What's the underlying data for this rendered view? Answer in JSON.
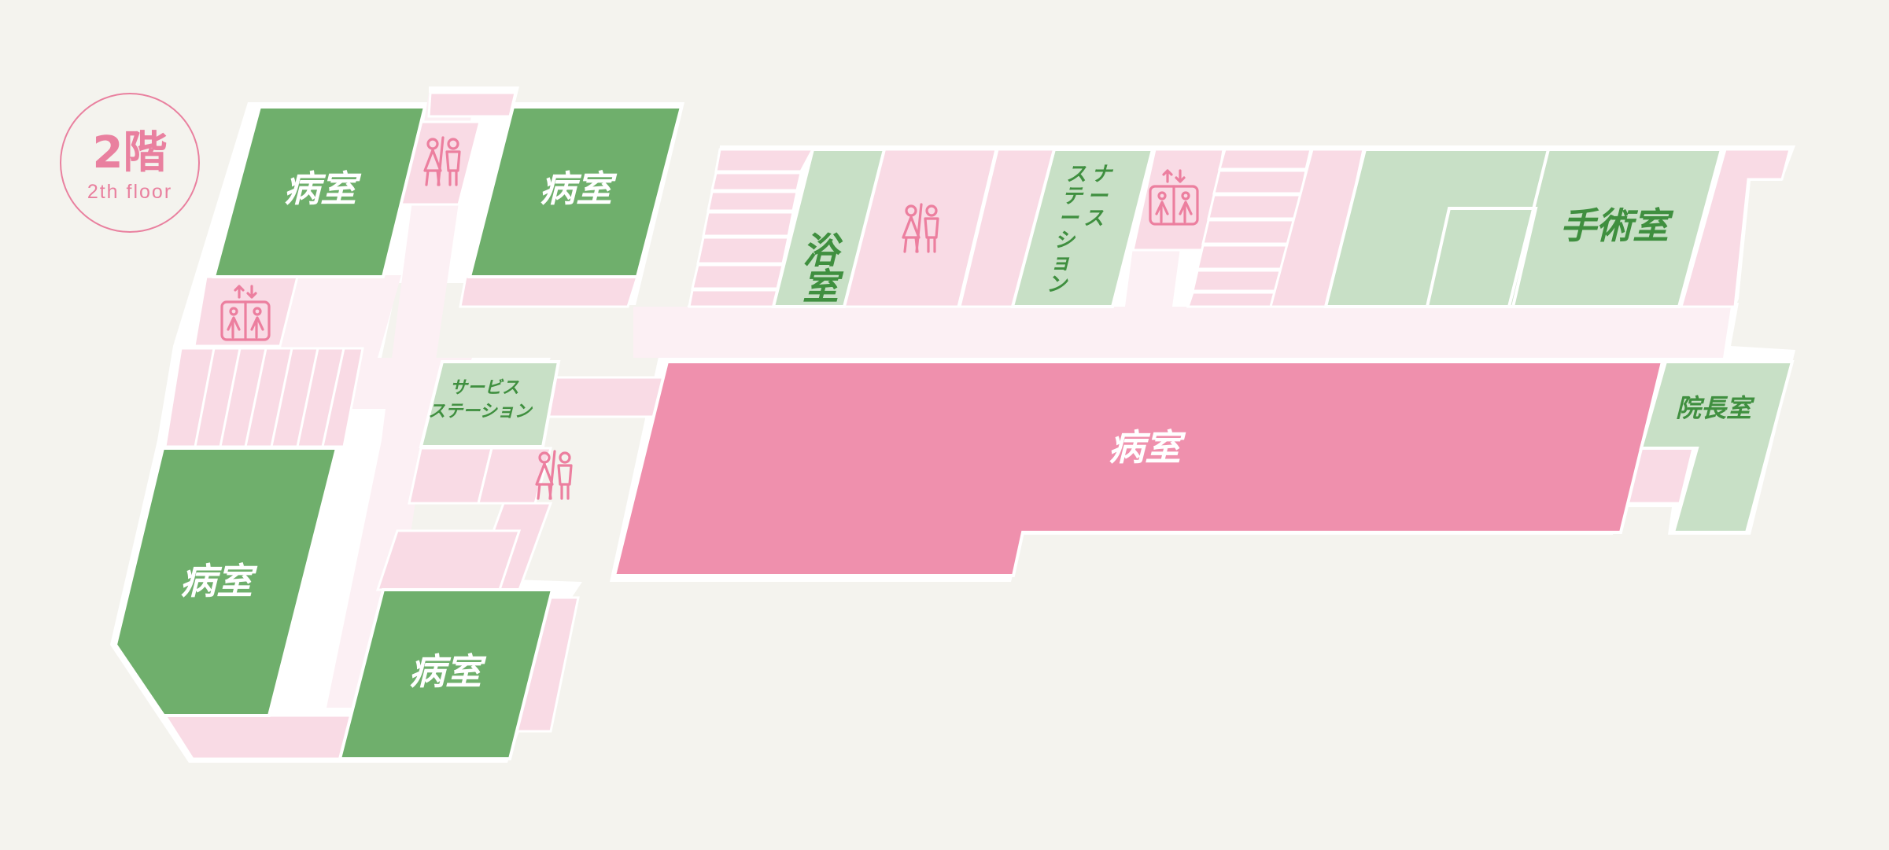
{
  "floor": {
    "number_label": "2階",
    "english_label": "2th floor"
  },
  "rooms": {
    "ward_1": "病室",
    "ward_2": "病室",
    "ward_3": "病室",
    "ward_4": "病室",
    "ward_5": "病室",
    "bath": "浴室",
    "nurse_station": [
      "ナ",
      "ー",
      "ス",
      "ス",
      "テ",
      "ー",
      "シ",
      "ョ",
      "ン"
    ],
    "service_station": [
      "サービス",
      "ステーション"
    ],
    "operating_room": "手術室",
    "director_room": "院長室"
  },
  "colors": {
    "background": "#f4f3ee",
    "corridor": "#fcf0f4",
    "light_pink": "#f9dbe5",
    "dark_green": "#6faf6c",
    "light_green": "#c8e0c6",
    "accent_pink": "#ef90ad",
    "text_green": "#3f8f3f"
  },
  "icons": [
    "elevator-icon",
    "restroom-icon"
  ]
}
